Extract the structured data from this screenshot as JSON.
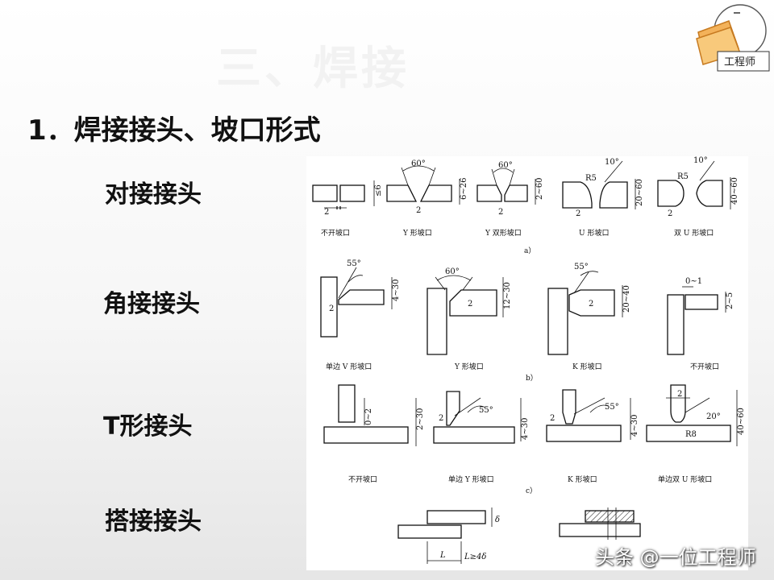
{
  "slide": {
    "title": "1．焊接接头、坡口形式",
    "joint_labels": [
      "对接接头",
      "角接接头",
      "T形接头",
      "搭接接头"
    ],
    "watermark_credit": "头条 @一位工程师",
    "logo_text": "工程师"
  },
  "diagram": {
    "row_a": {
      "sub_label": "a）",
      "captions": [
        "不开坡口",
        "Y 形坡口",
        "Y 双形坡口",
        "U 形坡口",
        "双 U 形坡口"
      ],
      "dims": {
        "gap": "2",
        "thickness_1": "≤6",
        "angle_y": "60°",
        "range_y": "6~26",
        "angle_yy": "60°",
        "range_yy": "2~60",
        "angle_u": "10°",
        "radius_u": "R5",
        "range_u": "20~60",
        "angle_uu": "10°",
        "radius_uu": "R5",
        "range_uu": "40~60"
      }
    },
    "row_b": {
      "sub_label": "b）",
      "captions": [
        "单边 V 形坡口",
        "Y 形坡口",
        "K 形坡口",
        "不开坡口"
      ],
      "dims": {
        "angle_1": "55°",
        "range_1": "4~30",
        "angle_2": "60°",
        "range_2": "12~30",
        "angle_3": "55°",
        "range_3": "20~40",
        "gap_4": "0~1",
        "range_4": "2~5",
        "gap": "2"
      }
    },
    "row_c": {
      "sub_label": "c）",
      "captions": [
        "不开坡口",
        "单边 Y 形坡口",
        "K 形坡口",
        "单边双 U 形坡口"
      ],
      "dims": {
        "gap_1": "0~2",
        "range_1": "2~30",
        "angle_2": "55°",
        "range_2": "4~30",
        "angle_3": "55°",
        "range_3": "4~30",
        "angle_4": "20°",
        "radius_4": "R8",
        "range_4": "40~60",
        "gap": "2"
      }
    },
    "row_d": {
      "dims": {
        "len": "L",
        "cond": "L≥4δ",
        "thk": "δ"
      }
    }
  }
}
